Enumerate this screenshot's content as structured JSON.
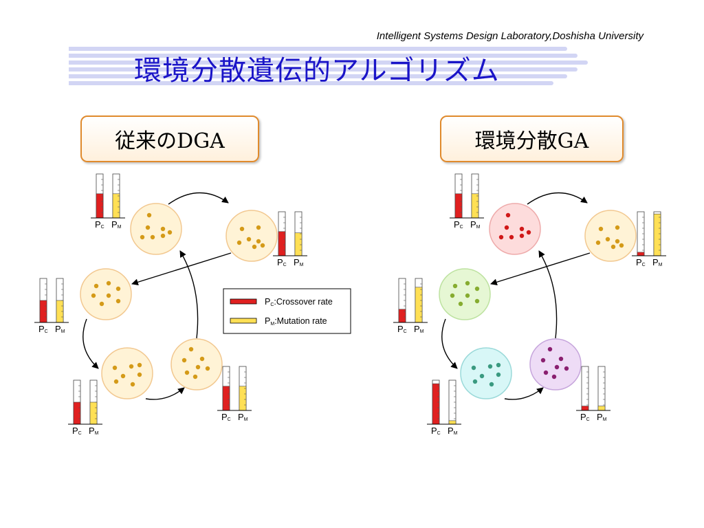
{
  "header": {
    "lab": "Intelligent Systems Design Laboratory,Doshisha University",
    "title": "環境分散遺伝的アルゴリズム"
  },
  "panels": {
    "left": {
      "label": "従来のDGA"
    },
    "right": {
      "label": "環境分散GA"
    }
  },
  "gauge_labels": {
    "pc_main": "P",
    "pc_sub": "C",
    "pm_main": "P",
    "pm_sub": "M"
  },
  "legend": {
    "crossover": {
      "main": "P",
      "sub": "C",
      "text": ":Crossover rate"
    },
    "mutation": {
      "main": "P",
      "sub": "M",
      "text": ":Mutation rate"
    }
  },
  "colors": {
    "title": "#1a14c8",
    "crossover_fill": "#e02020",
    "mutation_fill": "#ffe055",
    "dga_island_fill": "#fff3d6",
    "dga_island_stroke": "#f2c890",
    "dga_dot": "#d49a18",
    "arrow": "#000000"
  },
  "diagram": {
    "left": {
      "islands": [
        {
          "name": "island-top-left",
          "fill": "#fff3d6",
          "stroke": "#f2c890",
          "dot": "#d49a18",
          "pc": 0.55,
          "pm": 0.55
        },
        {
          "name": "island-top-right",
          "fill": "#fff3d6",
          "stroke": "#f2c890",
          "dot": "#d49a18",
          "pc": 0.55,
          "pm": 0.52
        },
        {
          "name": "island-middle-left",
          "fill": "#fff3d6",
          "stroke": "#f2c890",
          "dot": "#d49a18",
          "pc": 0.5,
          "pm": 0.5
        },
        {
          "name": "island-bottom-left",
          "fill": "#fff3d6",
          "stroke": "#f2c890",
          "dot": "#d49a18",
          "pc": 0.5,
          "pm": 0.5
        },
        {
          "name": "island-bottom-right",
          "fill": "#fff3d6",
          "stroke": "#f2c890",
          "dot": "#d49a18",
          "pc": 0.55,
          "pm": 0.55
        }
      ]
    },
    "right": {
      "islands": [
        {
          "name": "island-top-left",
          "fill": "#fddcdc",
          "stroke": "#eeaaaa",
          "dot": "#d01818",
          "pc": 0.55,
          "pm": 0.55
        },
        {
          "name": "island-top-right",
          "fill": "#fff3d6",
          "stroke": "#f2c890",
          "dot": "#d49a18",
          "pc": 0.08,
          "pm": 0.95
        },
        {
          "name": "island-middle-left",
          "fill": "#e6f7d4",
          "stroke": "#bde2a0",
          "dot": "#86ac30",
          "pc": 0.3,
          "pm": 0.8
        },
        {
          "name": "island-bottom-left",
          "fill": "#d8f7f7",
          "stroke": "#9ad9d9",
          "dot": "#3a9a80",
          "pc": 0.92,
          "pm": 0.08
        },
        {
          "name": "island-bottom-right",
          "fill": "#eedcf6",
          "stroke": "#c6a5dc",
          "dot": "#8a2070",
          "pc": 0.1,
          "pm": 0.1
        }
      ]
    }
  }
}
